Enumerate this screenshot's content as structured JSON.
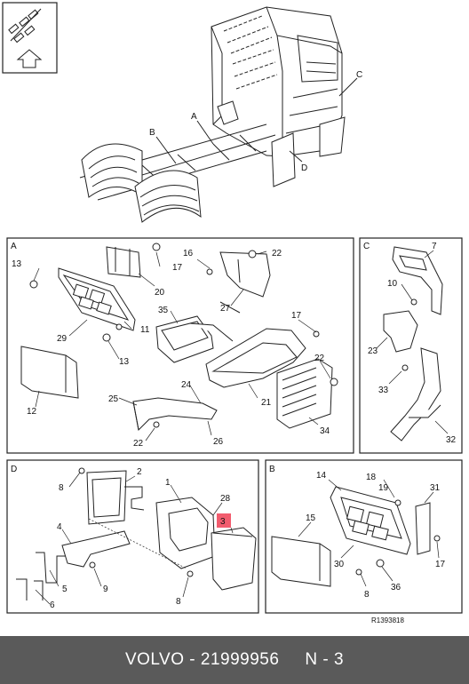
{
  "main_view": {
    "callouts": [
      "A",
      "B",
      "C",
      "D"
    ]
  },
  "panels": {
    "A": {
      "letter": "A",
      "numbers": [
        "13",
        "17",
        "20",
        "16",
        "22",
        "27",
        "29",
        "11",
        "35",
        "13",
        "17",
        "21",
        "22",
        "12",
        "25",
        "24",
        "22",
        "26",
        "34"
      ]
    },
    "C": {
      "letter": "C",
      "numbers": [
        "7",
        "10",
        "23",
        "33",
        "32"
      ]
    },
    "D": {
      "letter": "D",
      "numbers": [
        "8",
        "2",
        "1",
        "28",
        "3",
        "4",
        "5",
        "9",
        "6",
        "8"
      ]
    },
    "B": {
      "letter": "B",
      "numbers": [
        "14",
        "18",
        "19",
        "31",
        "15",
        "30",
        "17",
        "8",
        "36"
      ]
    }
  },
  "reference_code": "R1393818",
  "footer": {
    "brand": "VOLVO",
    "separator": " - ",
    "part_number": "21999956",
    "page": "N - 3"
  },
  "colors": {
    "highlight": "#f25c6e",
    "footer_bg": "#5a5a5a",
    "line": "#222222"
  }
}
